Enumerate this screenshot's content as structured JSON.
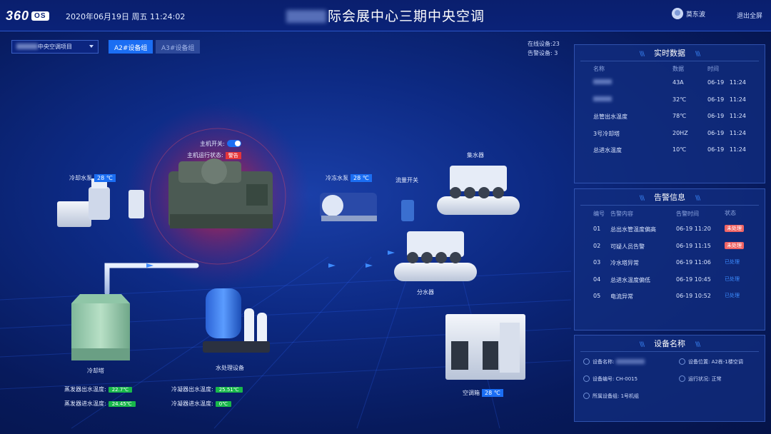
{
  "header": {
    "logo": "360",
    "logo_os": "OS",
    "datetime": "2020年06月19日  周五  11:24:02",
    "title": "际会展中心三期中央空调",
    "user": "莫东波",
    "exit_fullscreen": "退出全屏"
  },
  "toolbar": {
    "project_select_suffix": "中央空调项目",
    "tabs": [
      {
        "label": "A2#设备组",
        "active": true
      },
      {
        "label": "A3#设备组",
        "active": false
      }
    ],
    "online_devices": "在线设备:23",
    "alarm_devices": "告警设备:  3"
  },
  "realtime": {
    "title": "实时数据",
    "headers": [
      "名称",
      "数据",
      "时间"
    ],
    "rows": [
      {
        "name": "",
        "value": "43A",
        "date": "06-19",
        "time": "11:24"
      },
      {
        "name": "",
        "value": "32℃",
        "date": "06-19",
        "time": "11:24"
      },
      {
        "name": "总管出水温度",
        "value": "78℃",
        "date": "06-19",
        "time": "11:24"
      },
      {
        "name": "3号冷却塔",
        "value": "20HZ",
        "date": "06-19",
        "time": "11:24"
      },
      {
        "name": "总进水温度",
        "value": "10℃",
        "date": "06-19",
        "time": "11:24"
      }
    ]
  },
  "alarms": {
    "title": "告警信息",
    "headers": [
      "编号",
      "告警内容",
      "告警时间",
      "状态"
    ],
    "rows": [
      {
        "id": "01",
        "content": "总出水管温度偏高",
        "time": "06-19   11:20",
        "status": "未处理",
        "handled": false
      },
      {
        "id": "02",
        "content": "可疑人员告警",
        "time": "06-19   11:15",
        "status": "未处理",
        "handled": false
      },
      {
        "id": "03",
        "content": "冷水塔异常",
        "time": "06-19   11:06",
        "status": "已处理",
        "handled": true
      },
      {
        "id": "04",
        "content": "总进水温度偏低",
        "time": "06-19   10:45",
        "status": "已处理",
        "handled": true
      },
      {
        "id": "05",
        "content": "电流异常",
        "time": "06-19   10:52",
        "status": "已处理",
        "handled": true
      }
    ]
  },
  "device": {
    "title": "设备名称",
    "name_label": "设备名称:",
    "location_label": "设备位置:",
    "location": "A2栋-1楼空调",
    "code_label": "设备编号:",
    "code": "CH-0015",
    "status_label": "运行状况:",
    "status": "正常",
    "group_label": "所属设备组:",
    "group": "1号机组"
  },
  "diagram": {
    "switch_label": "主机开关:",
    "run_status_label": "主机运行状态:",
    "run_status": "警告",
    "cooling_pump_label": "冷却水泵",
    "cooling_pump_temp": "28 ℃",
    "chilled_pump_label": "冷冻水泵",
    "chilled_pump_temp": "28 ℃",
    "flow_switch": "流量开关",
    "collector": "集水器",
    "distributor": "分水器",
    "cooling_tower": "冷却塔",
    "water_treatment": "水处理设备",
    "ahu_label": "空调箱",
    "ahu_temp": "28 ℃",
    "evap_out_label": "蒸发器出水温度:",
    "evap_out": "22.7℃",
    "evap_in_label": "蒸发器进水温度:",
    "evap_in": "24.45℃",
    "cond_out_label": "冷凝器出水温度:",
    "cond_out": "25.51℃",
    "cond_in_label": "冷凝器进水温度:",
    "cond_in": "0℃"
  },
  "colors": {
    "accent": "#1b6ef3",
    "alarm": "#f06464",
    "ok": "#18b84a",
    "warning": "#e6353a"
  }
}
